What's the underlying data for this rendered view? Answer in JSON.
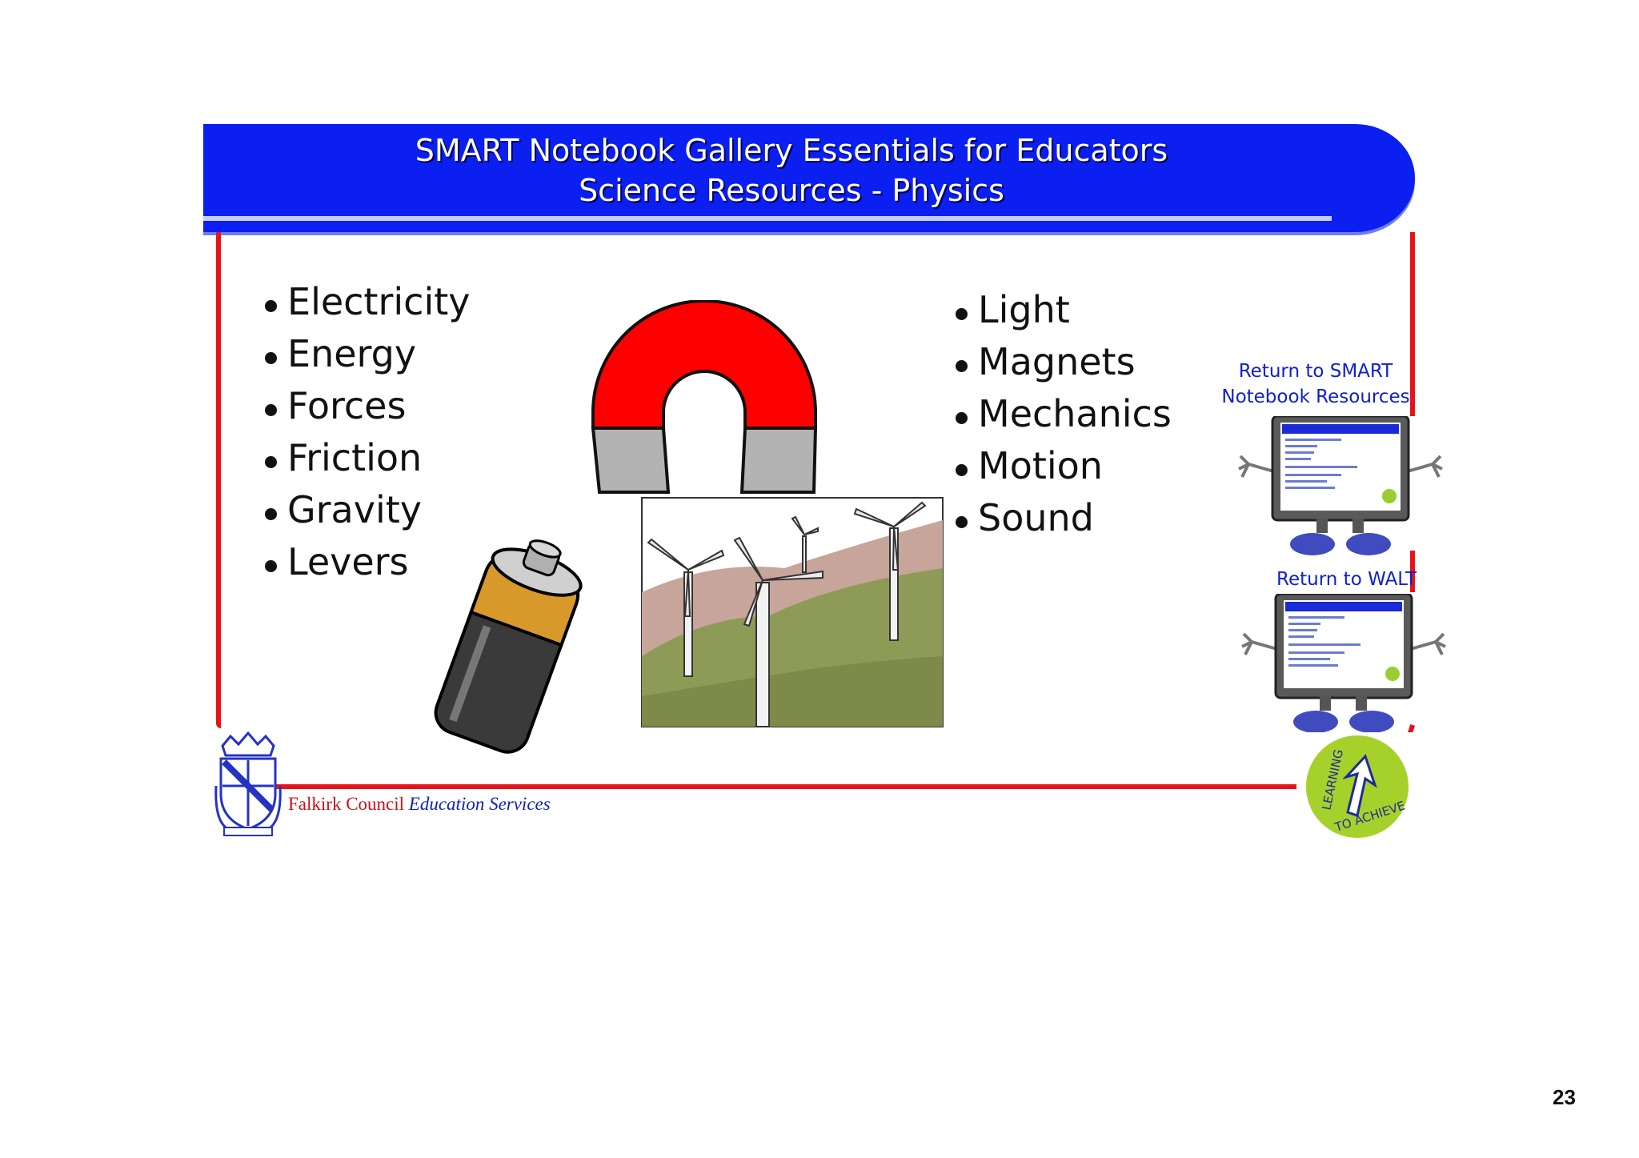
{
  "header": {
    "title_line1": "SMART Notebook Gallery Essentials for Educators",
    "title_line2": "Science Resources - Physics",
    "banner_color": "#0a1ff0"
  },
  "topics_left": [
    "Electricity",
    "Energy",
    "Forces",
    "Friction",
    "Gravity",
    "Levers"
  ],
  "topics_right": [
    "Light",
    "Magnets",
    "Mechanics",
    "Motion",
    "Sound"
  ],
  "links": {
    "return_smart": "Return to SMART Notebook Resources",
    "return_walt": "Return to WALT"
  },
  "footer": {
    "org": "Falkirk Council",
    "dept": "Education Services",
    "accent_red": "#e5141a"
  },
  "badge": {
    "line1": "LEARNING",
    "line2": "TO ACHIEVE"
  },
  "page_number": "23",
  "icons": [
    "magnet-icon",
    "battery-icon",
    "wind-turbines-icon",
    "pointing-screen-character-icon",
    "council-crest-icon",
    "learning-to-achieve-logo"
  ]
}
